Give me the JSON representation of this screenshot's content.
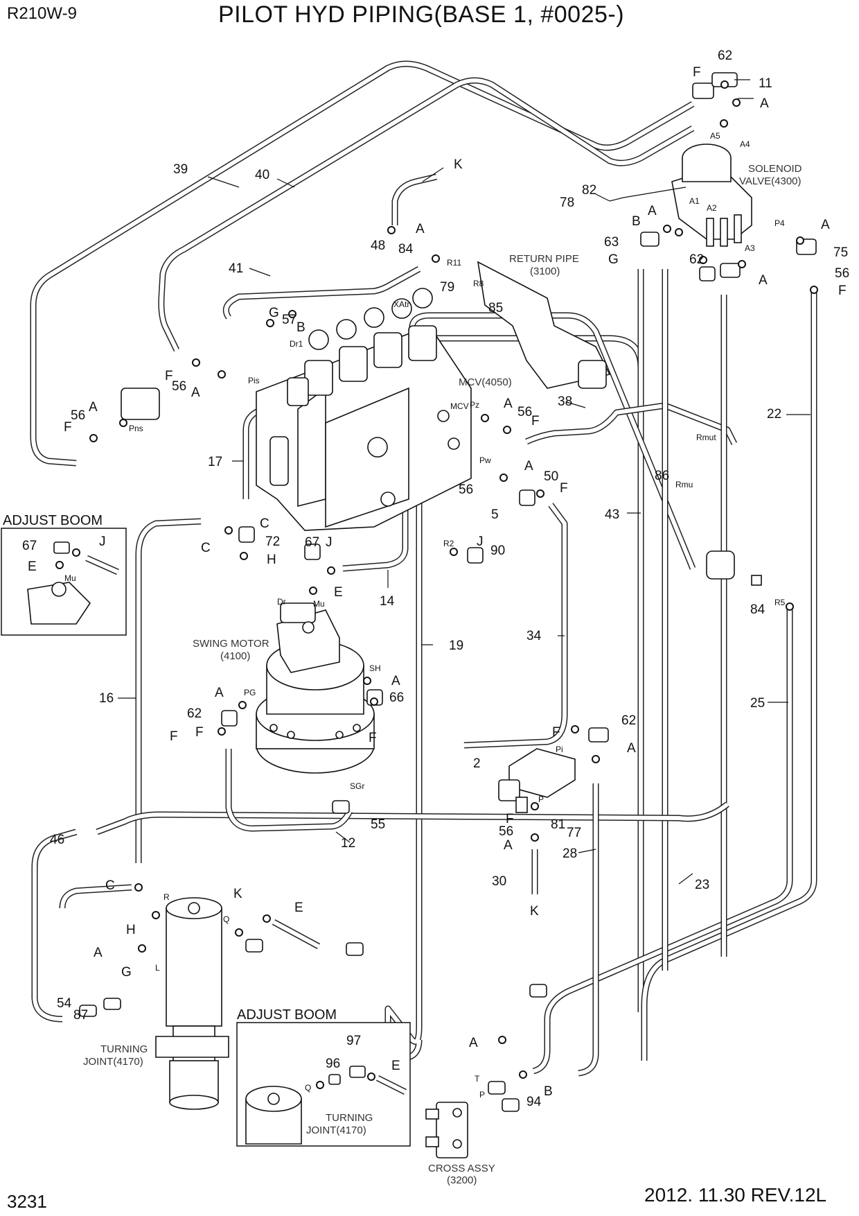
{
  "header": {
    "model": "R210W-9",
    "title": "PILOT HYD PIPING(BASE 1, #0025-)"
  },
  "footer": {
    "page_number": "3231",
    "revision": "2012. 11.30  REV.12L"
  },
  "captions": {
    "solenoid_line1": "SOLENOID",
    "solenoid_line2": "VALVE(4300)",
    "return_line1": "RETURN PIPE",
    "return_line2": "(3100)",
    "mcv": "MCV(4050)",
    "swing_line1": "SWING MOTOR",
    "swing_line2": "(4100)",
    "turning_line1": "TURNING",
    "turning_line2": "JOINT(4170)",
    "cross_line1": "CROSS ASSY",
    "cross_line2": "(3200)",
    "inset_turning_line1": "TURNING",
    "inset_turning_line2": "JOINT(4170)"
  },
  "insets": {
    "adjust_boom_left": "ADJUST BOOM",
    "adjust_boom_bottom": "ADJUST BOOM"
  },
  "callouts": [
    "62",
    "F",
    "11",
    "A",
    "A5",
    "A4",
    "82",
    "78",
    "B",
    "A",
    "A1",
    "A2",
    "P4",
    "A",
    "63",
    "G",
    "62",
    "A3",
    "75",
    "56",
    "F",
    "A",
    "K",
    "A",
    "48",
    "84",
    "R11",
    "41",
    "79",
    "R8",
    "85",
    "XAtr",
    "39",
    "40",
    "G",
    "57",
    "B",
    "Dr1",
    "F",
    "56",
    "A",
    "Pis",
    "56",
    "A",
    "F",
    "Pns",
    "MCV",
    "Pz",
    "A",
    "56",
    "F",
    "38",
    "22",
    "Rmut",
    "86",
    "Rmu",
    "17",
    "Pw",
    "A",
    "50",
    "F",
    "56",
    "5",
    "43",
    "R2",
    "J",
    "90",
    "C",
    "72",
    "C",
    "H",
    "67",
    "J",
    "E",
    "Mu",
    "Dr",
    "14",
    "84",
    "R5",
    "34",
    "19",
    "SH",
    "A",
    "66",
    "F",
    "16",
    "PG",
    "A",
    "62",
    "F",
    "25",
    "62",
    "F",
    "A",
    "Pi",
    "2",
    "P",
    "81",
    "77",
    "F",
    "56",
    "A",
    "SGr",
    "55",
    "12",
    "46",
    "28",
    "23",
    "30",
    "K",
    "C",
    "R",
    "K",
    "Q",
    "E",
    "H",
    "A",
    "G",
    "L",
    "54",
    "87",
    "96",
    "97",
    "E",
    "Q",
    "A",
    "T",
    "P",
    "94",
    "B",
    "67",
    "J",
    "E",
    "Mu",
    "F"
  ]
}
